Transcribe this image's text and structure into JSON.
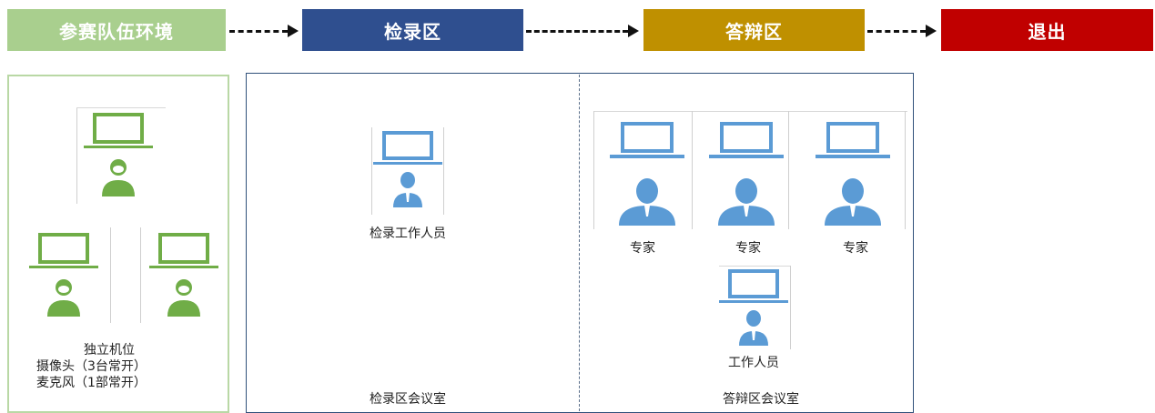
{
  "colors": {
    "stage1": "#a9cf8e",
    "stage2": "#2f4f8f",
    "stage3": "#bf9000",
    "stage4": "#c00000",
    "green_icon": "#70ad47",
    "blue_icon": "#5b9bd5"
  },
  "stages": [
    {
      "label": "参赛队伍环境"
    },
    {
      "label": "检录区"
    },
    {
      "label": "答辩区"
    },
    {
      "label": "退出"
    }
  ],
  "team_panel": {
    "caption_line1": "独立机位",
    "caption_line2": "摄像头（3台常开）",
    "caption_line3": "麦克风（1部常开）"
  },
  "checkin_area": {
    "staff_label": "检录工作人员",
    "room_label": "检录区会议室"
  },
  "defense_area": {
    "expert_labels": [
      "专家",
      "专家",
      "专家"
    ],
    "staff_label": "工作人员",
    "room_label": "答辩区会议室"
  }
}
